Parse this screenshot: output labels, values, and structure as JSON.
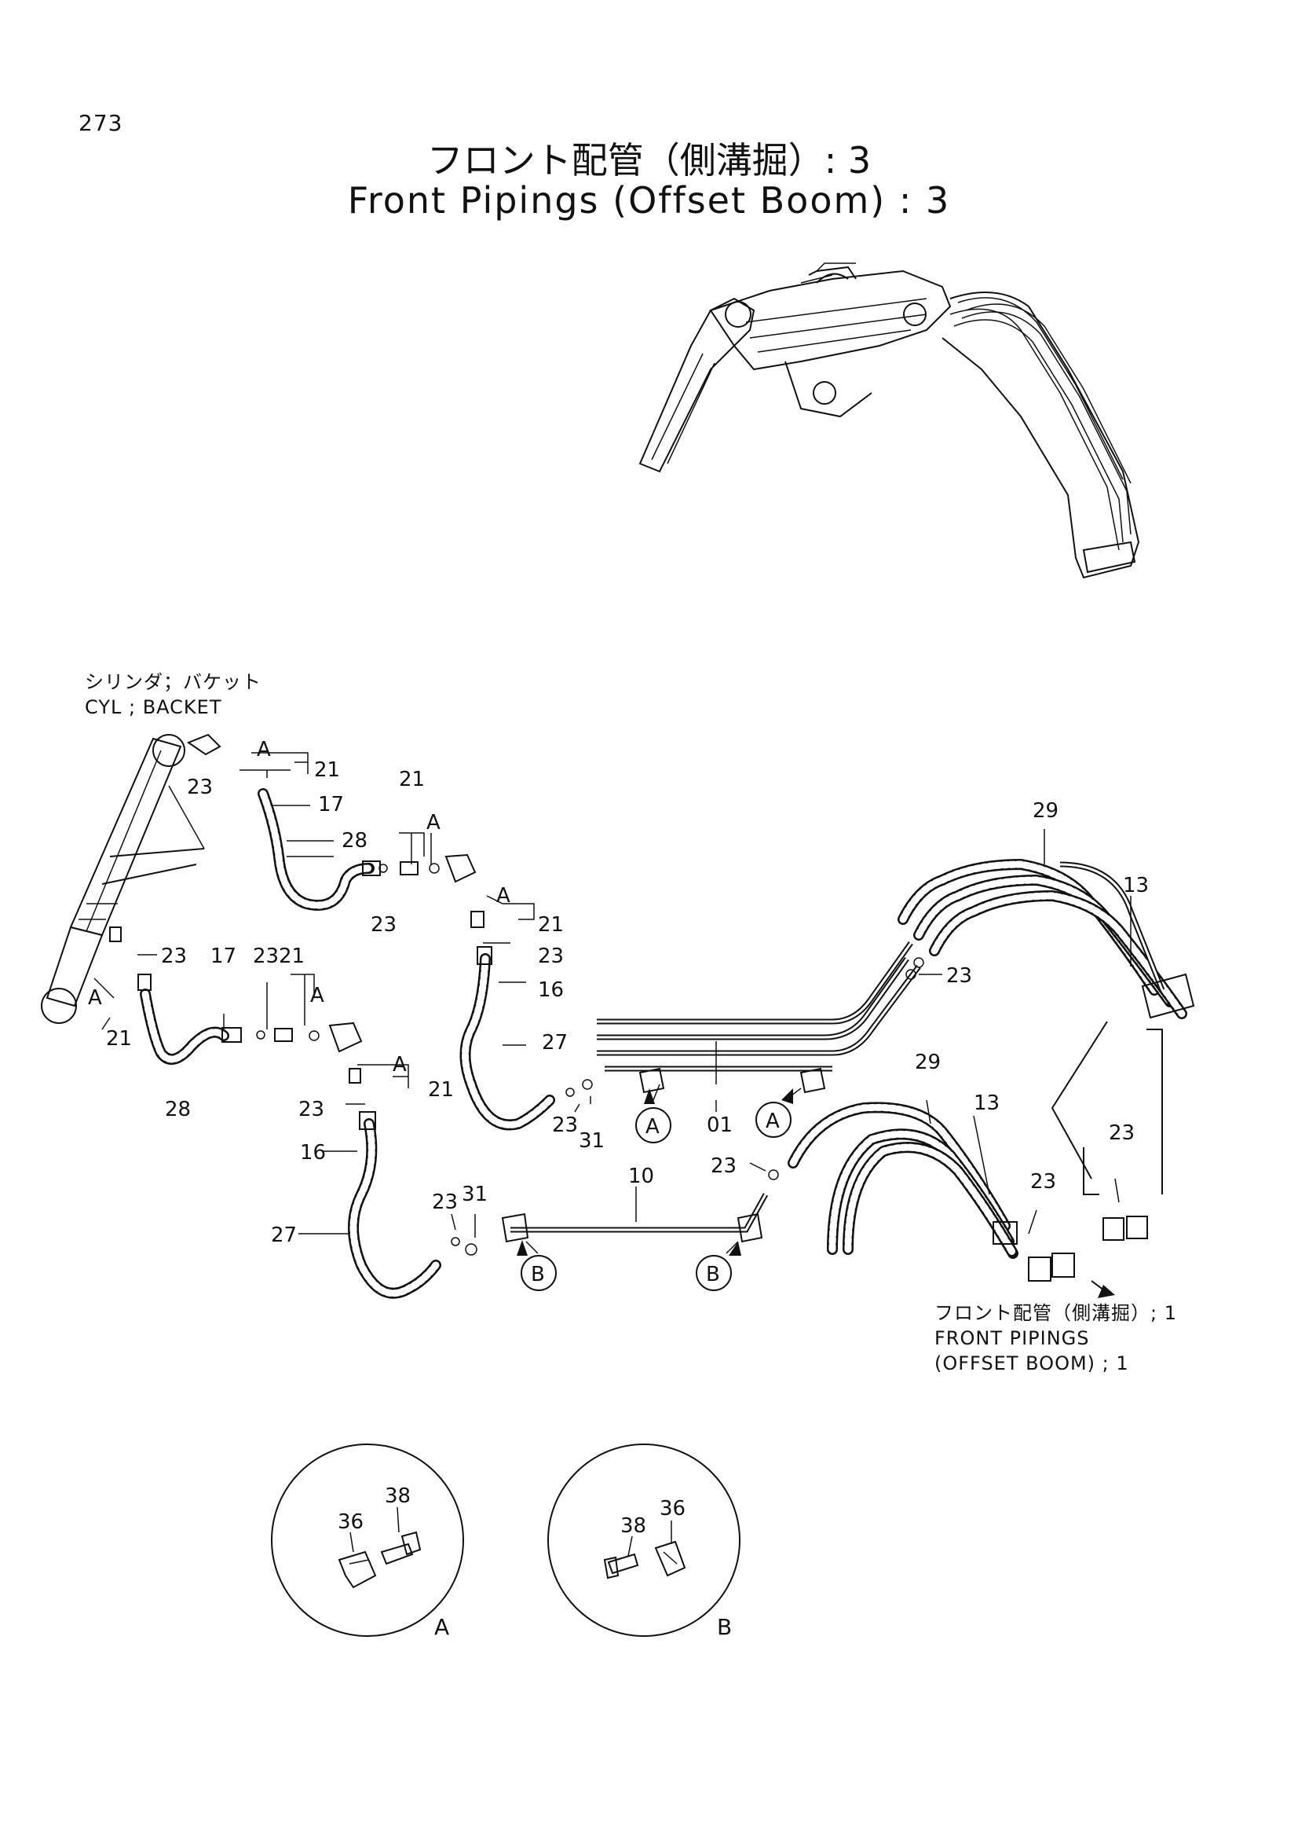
{
  "page": {
    "number": "273"
  },
  "title": {
    "japanese": "フロント配管（側溝掘）: 3",
    "english": "Front Pipings (Offset Boom) : 3"
  },
  "notes": {
    "cylinder_jp": "シリンダ；バケット",
    "cylinder_en": "CYL ; BACKET",
    "ref_jp": "フロント配管（側溝掘）; 1",
    "ref_en_line1": "FRONT PIPINGS",
    "ref_en_line2": "(OFFSET BOOM) ; 1"
  },
  "part_labels": {
    "p21": "21",
    "p23": "23",
    "p17": "17",
    "p28": "28",
    "p16": "16",
    "p27": "27",
    "p31": "31",
    "p01": "01",
    "p10": "10",
    "p13": "13",
    "p29": "29",
    "p36": "36",
    "p38": "38"
  },
  "view_markers": {
    "a": "A",
    "b": "B"
  },
  "detail_views": {
    "a": "A",
    "b": "B"
  }
}
